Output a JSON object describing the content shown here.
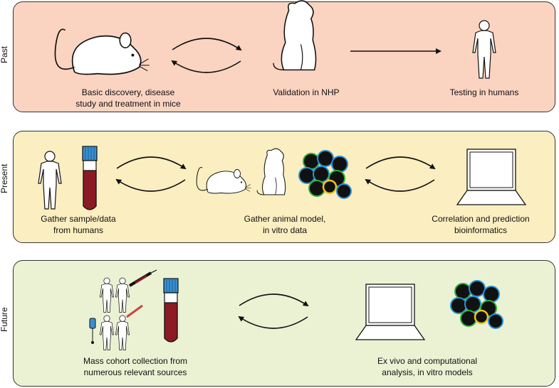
{
  "rows": [
    {
      "label": "Past",
      "captions": [
        "Basic discovery, disease\nstudy and treatment in mice",
        "Validation in NHP",
        "Testing in humans"
      ]
    },
    {
      "label": "Present",
      "captions": [
        "Gather sample/data\nfrom humans",
        "Gather animal model,\nin vitro data",
        "Correlation and prediction\nbioinformatics"
      ]
    },
    {
      "label": "Future",
      "captions": [
        "Mass cohort collection from\nnumerous relevant sources",
        "Ex vivo and computational\nanalysis, in vitro models"
      ]
    }
  ],
  "colors": {
    "past_bg": "#fbd4c1",
    "present_bg": "#fbeec0",
    "future_bg": "#eaf2d3",
    "tube_cap": "#3a8fd0",
    "blood": "#8b1a24",
    "cell_outline_green": "#2fae3a",
    "cell_outline_blue": "#2b8fd6",
    "cell_outline_yellow": "#f0c419",
    "cell_fill": "#111111"
  },
  "icons": [
    "mouse-icon",
    "monkey-icon",
    "human-icon",
    "blood-tube-icon",
    "laptop-icon",
    "cells-icon",
    "syringe-icon",
    "iv-bag-icon",
    "swab-icon",
    "cycle-arrows-icon",
    "arrow-right-icon"
  ]
}
